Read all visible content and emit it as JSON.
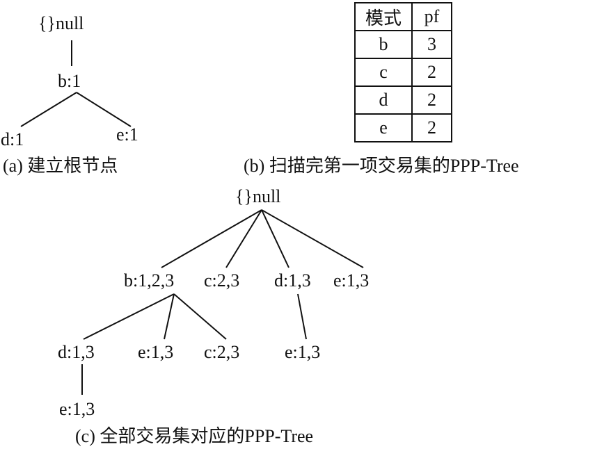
{
  "panel_a": {
    "root": "{}null",
    "b": "b:1",
    "d": "d:1",
    "e": "e:1",
    "caption": "(a) 建立根节点"
  },
  "panel_b": {
    "headers": [
      "模式",
      "pf"
    ],
    "rows": [
      [
        "b",
        "3"
      ],
      [
        "c",
        "2"
      ],
      [
        "d",
        "2"
      ],
      [
        "e",
        "2"
      ]
    ],
    "caption": "(b) 扫描完第一项交易集的PPP-Tree"
  },
  "panel_c": {
    "root": "{}null",
    "b": "b:1,2,3",
    "c": "c:2,3",
    "d": "d:1,3",
    "e": "e:1,3",
    "b_d": "d:1,3",
    "b_e": "e:1,3",
    "b_c": "c:2,3",
    "d_e": "e:1,3",
    "b_d_e": "e:1,3",
    "caption": "(c) 全部交易集对应的PPP-Tree"
  }
}
